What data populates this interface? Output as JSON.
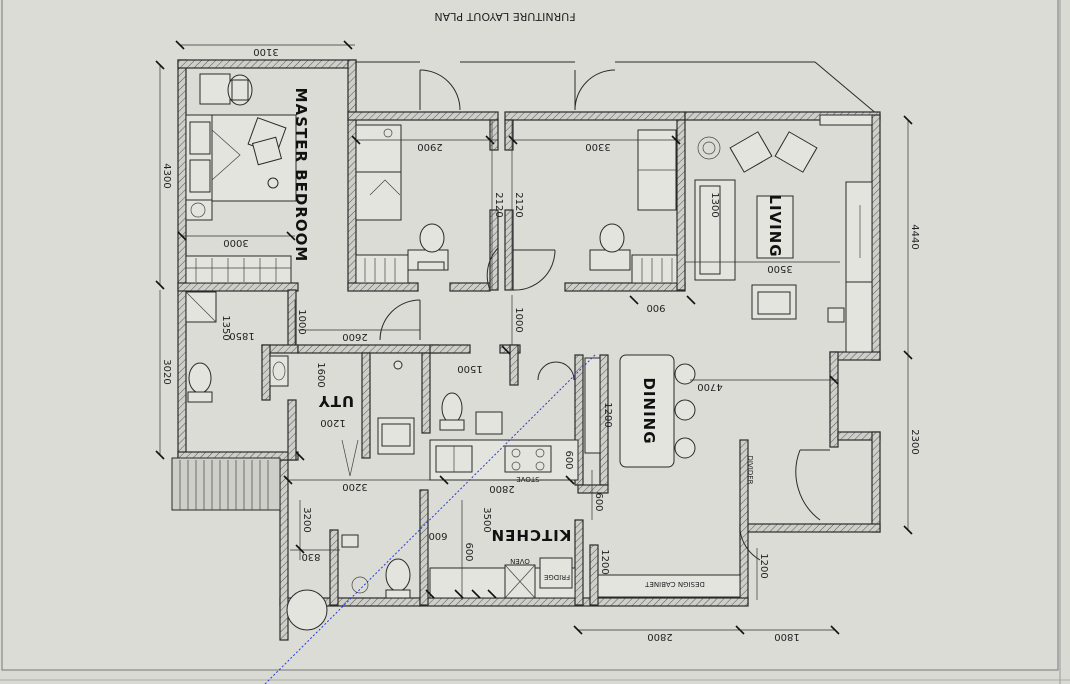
{
  "title": "FURNITURE LAYOUT PLAN",
  "rooms": {
    "master_bedroom": "MASTER BEDROOM",
    "living": "LIVING",
    "dining": "DINING",
    "kitchen": "KITCHEN",
    "uty": "UTY"
  },
  "labels": {
    "stove": "STOVE",
    "oven": "OVEN",
    "fridge": "FRIDGE",
    "design_cabinet": "DESIGN CABINET",
    "divider": "DIVIDER"
  },
  "dimensions": {
    "d3100": "3100",
    "d4300": "4300",
    "d3000": "3000",
    "d2900": "2900",
    "d3300": "3300",
    "d2120a": "2120",
    "d2120b": "2120",
    "d1350": "1350",
    "d1850": "1850",
    "d1000a": "1000",
    "d1000b": "1000",
    "d2600": "2600",
    "d3020": "3020",
    "d4440": "4440",
    "d3500": "3500",
    "d900": "900",
    "d1300": "1300",
    "d4700": "4700",
    "d2300": "2300",
    "d1200a": "1200",
    "d1500": "1500",
    "d1600": "1600",
    "d1200b": "1200",
    "d3200a": "3200",
    "d2800": "2800",
    "d3200b": "3200",
    "d3500b": "3500",
    "d600a": "600",
    "d600b": "600",
    "d1200c": "1200",
    "d1200d": "1200",
    "d830": "830",
    "d600c": "600",
    "d600d": "600",
    "d2800b": "2800",
    "d1800": "1800"
  }
}
